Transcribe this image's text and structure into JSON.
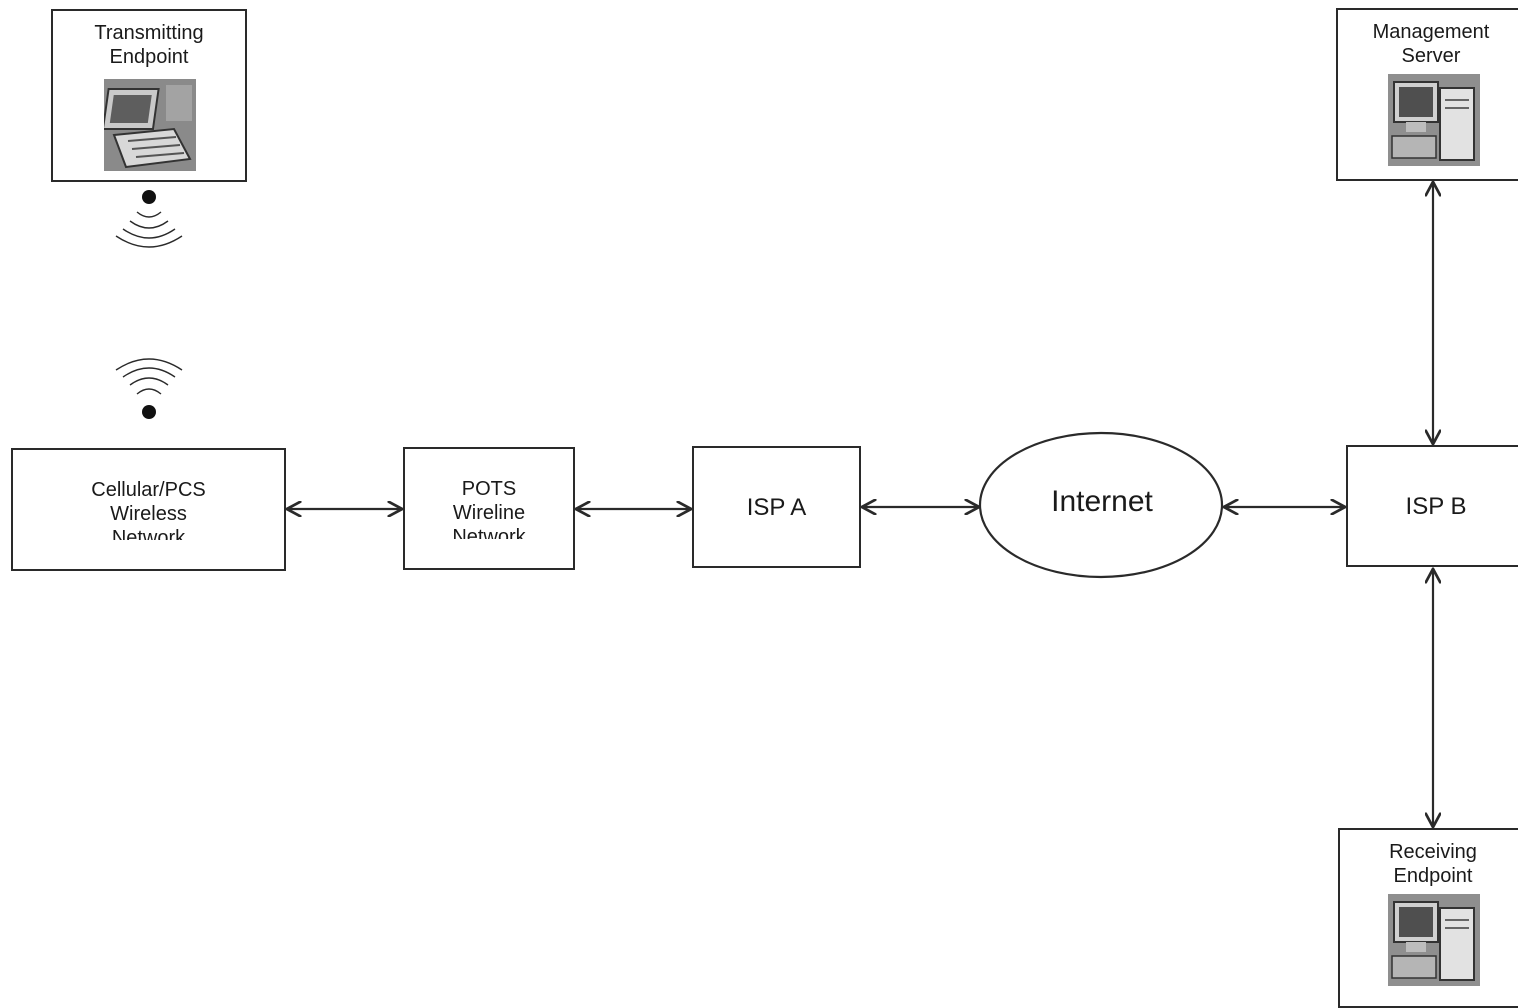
{
  "nodes": {
    "transmitting_endpoint": {
      "label": "Transmitting\nEndpoint"
    },
    "management_server": {
      "label": "Management\nServer"
    },
    "receiving_endpoint": {
      "label": "Receiving\nEndpoint"
    },
    "cellular_network": {
      "label": "Cellular/PCS\nWireless\nNetwork"
    },
    "pots_network": {
      "label": "POTS\nWireline\nNetwork"
    },
    "isp_a": {
      "label": "ISP A"
    },
    "internet": {
      "label": "Internet"
    },
    "isp_b": {
      "label": "ISP B"
    }
  },
  "icons": {
    "transmitting_device": "laptop-icon",
    "server_device": "server-computer-icon",
    "receiving_device": "desktop-computer-icon",
    "wireless_signal": "wireless-signal-icon"
  },
  "links": [
    {
      "from": "cellular_network",
      "to": "pots_network",
      "direction": "bidirectional"
    },
    {
      "from": "pots_network",
      "to": "isp_a",
      "direction": "bidirectional"
    },
    {
      "from": "isp_a",
      "to": "internet",
      "direction": "bidirectional"
    },
    {
      "from": "internet",
      "to": "isp_b",
      "direction": "bidirectional"
    },
    {
      "from": "management_server",
      "to": "isp_b",
      "direction": "bidirectional"
    },
    {
      "from": "isp_b",
      "to": "receiving_endpoint",
      "direction": "bidirectional"
    },
    {
      "from": "transmitting_endpoint",
      "to": "cellular_network",
      "direction": "wireless"
    }
  ],
  "colors": {
    "line": "#2a2a2a",
    "photo": "#7d7d7d"
  }
}
